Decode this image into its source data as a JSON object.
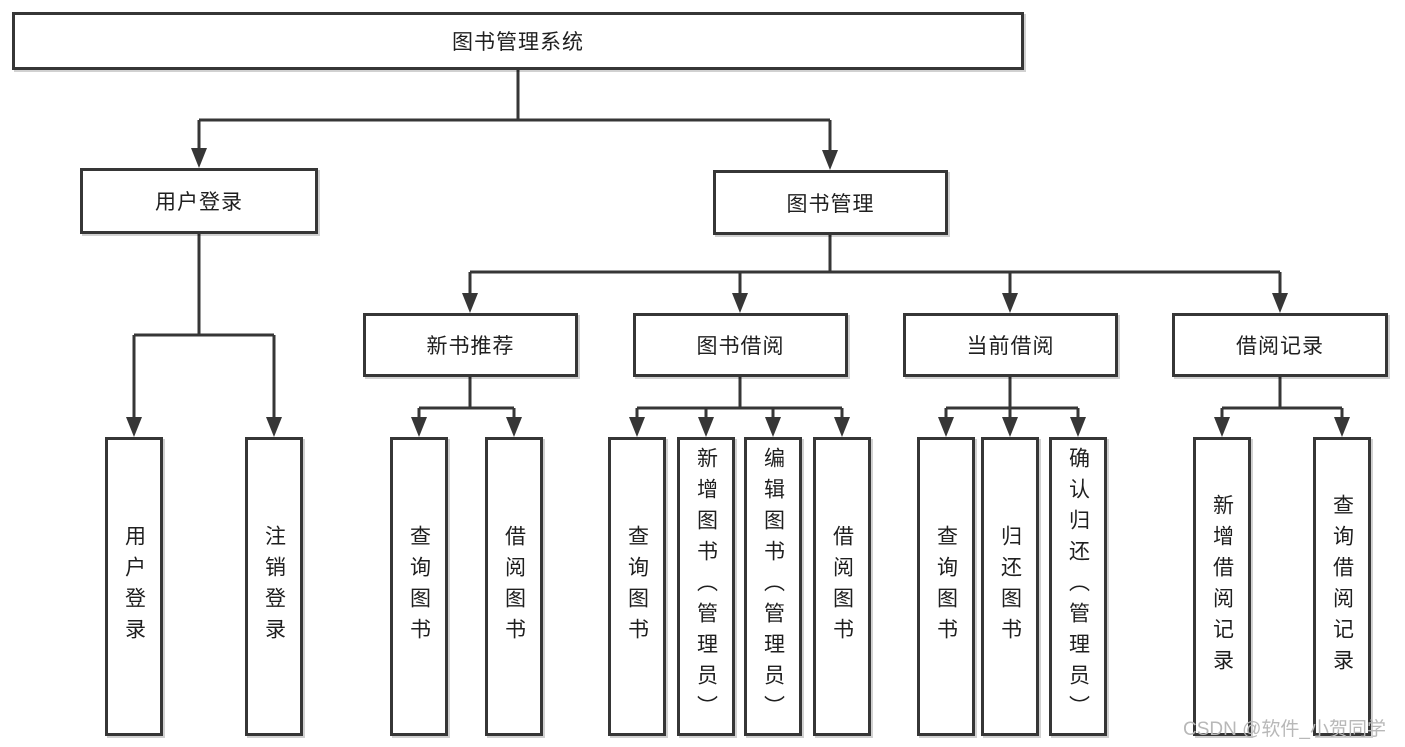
{
  "diagram": {
    "tree": {
      "root": {
        "label": "图书管理系统"
      },
      "user_login": {
        "label": "用户登录",
        "children": [
          {
            "label": "用户登录"
          },
          {
            "label": "注销登录"
          }
        ]
      },
      "book_management": {
        "label": "图书管理",
        "children": [
          {
            "label": "新书推荐",
            "children": [
              {
                "label": "查询图书"
              },
              {
                "label": "借阅图书"
              }
            ]
          },
          {
            "label": "图书借阅",
            "children": [
              {
                "label": "查询图书"
              },
              {
                "label": "新增图书（管理员）"
              },
              {
                "label": "编辑图书（管理员）"
              },
              {
                "label": "借阅图书"
              }
            ]
          },
          {
            "label": "当前借阅",
            "children": [
              {
                "label": "查询图书"
              },
              {
                "label": "归还图书"
              },
              {
                "label": "确认归还（管理员）"
              }
            ]
          },
          {
            "label": "借阅记录",
            "children": [
              {
                "label": "新增借阅记录"
              },
              {
                "label": "查询借阅记录"
              }
            ]
          }
        ]
      }
    },
    "watermark": "CSDN @软件_小贺同学",
    "colors": {
      "line": "#363636",
      "text": "#1f1f1f",
      "watermark": "#b8b8b8",
      "background": "#ffffff"
    }
  }
}
